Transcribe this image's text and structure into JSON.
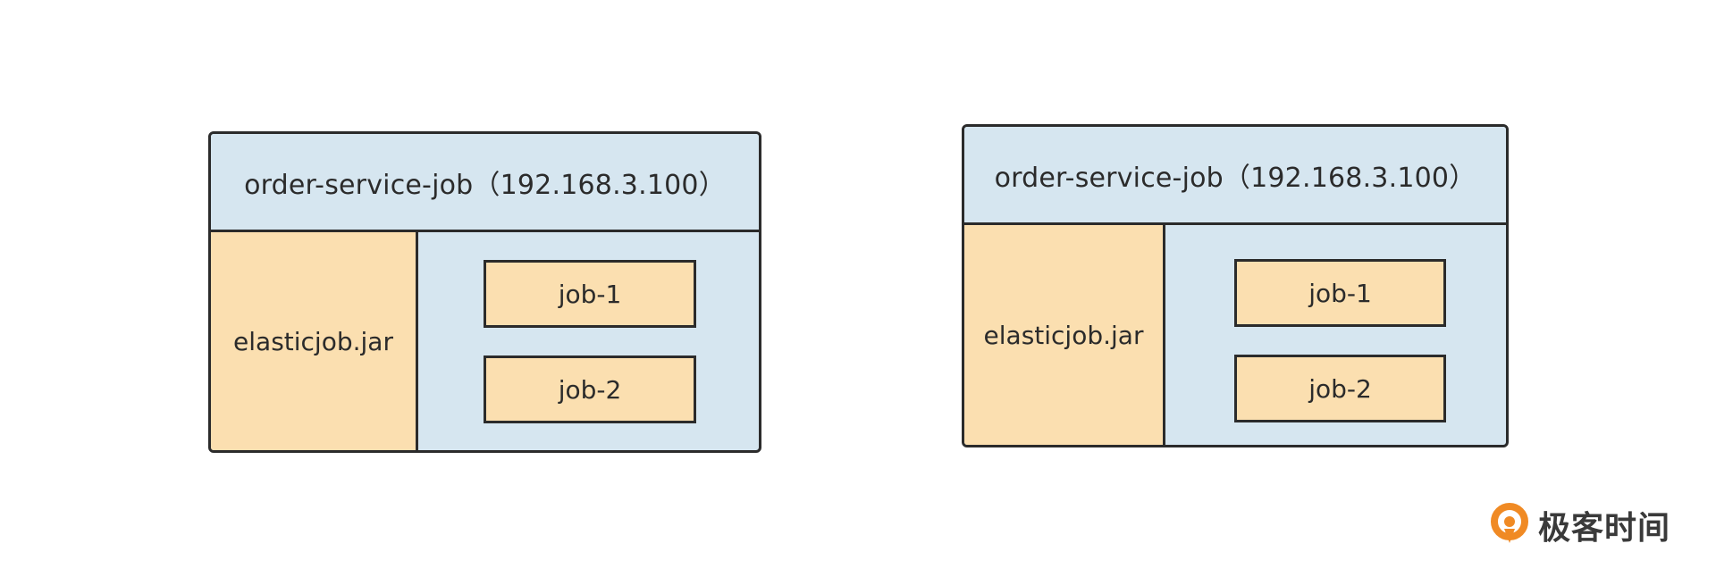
{
  "servers": [
    {
      "title": "order-service-job（192.168.3.100）",
      "jar": "elasticjob.jar",
      "jobs": [
        "job-1",
        "job-2"
      ]
    },
    {
      "title": "order-service-job（192.168.3.100）",
      "jar": "elasticjob.jar",
      "jobs": [
        "job-1",
        "job-2"
      ]
    }
  ],
  "brand": {
    "icon": "geektime-logo-icon",
    "text": "极客时间"
  },
  "colors": {
    "header_fill": "#d6e6f0",
    "component_fill": "#fbdfb0",
    "stroke": "#2b2b2b",
    "brand_orange": "#f08a24"
  }
}
